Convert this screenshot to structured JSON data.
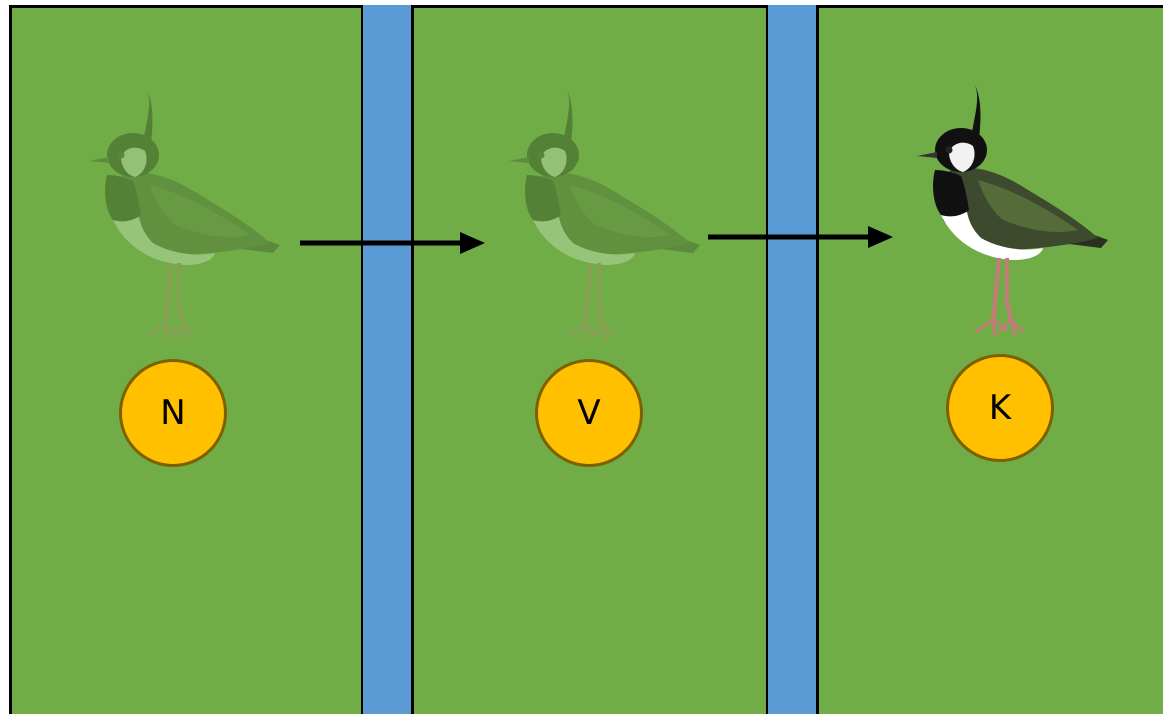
{
  "colors": {
    "field": "#70AD47",
    "ditch": "#5B9BD5",
    "marker": "#FFC000",
    "outline": "#000000"
  },
  "fields": [
    {
      "marker": "N",
      "bird_icon": "lapwing-icon",
      "bird_state": "faded"
    },
    {
      "marker": "V",
      "bird_icon": "lapwing-icon",
      "bird_state": "faded"
    },
    {
      "marker": "K",
      "bird_icon": "lapwing-icon",
      "bird_state": "full"
    }
  ],
  "arrows": [
    {
      "from": "N",
      "to": "V"
    },
    {
      "from": "V",
      "to": "K"
    }
  ]
}
